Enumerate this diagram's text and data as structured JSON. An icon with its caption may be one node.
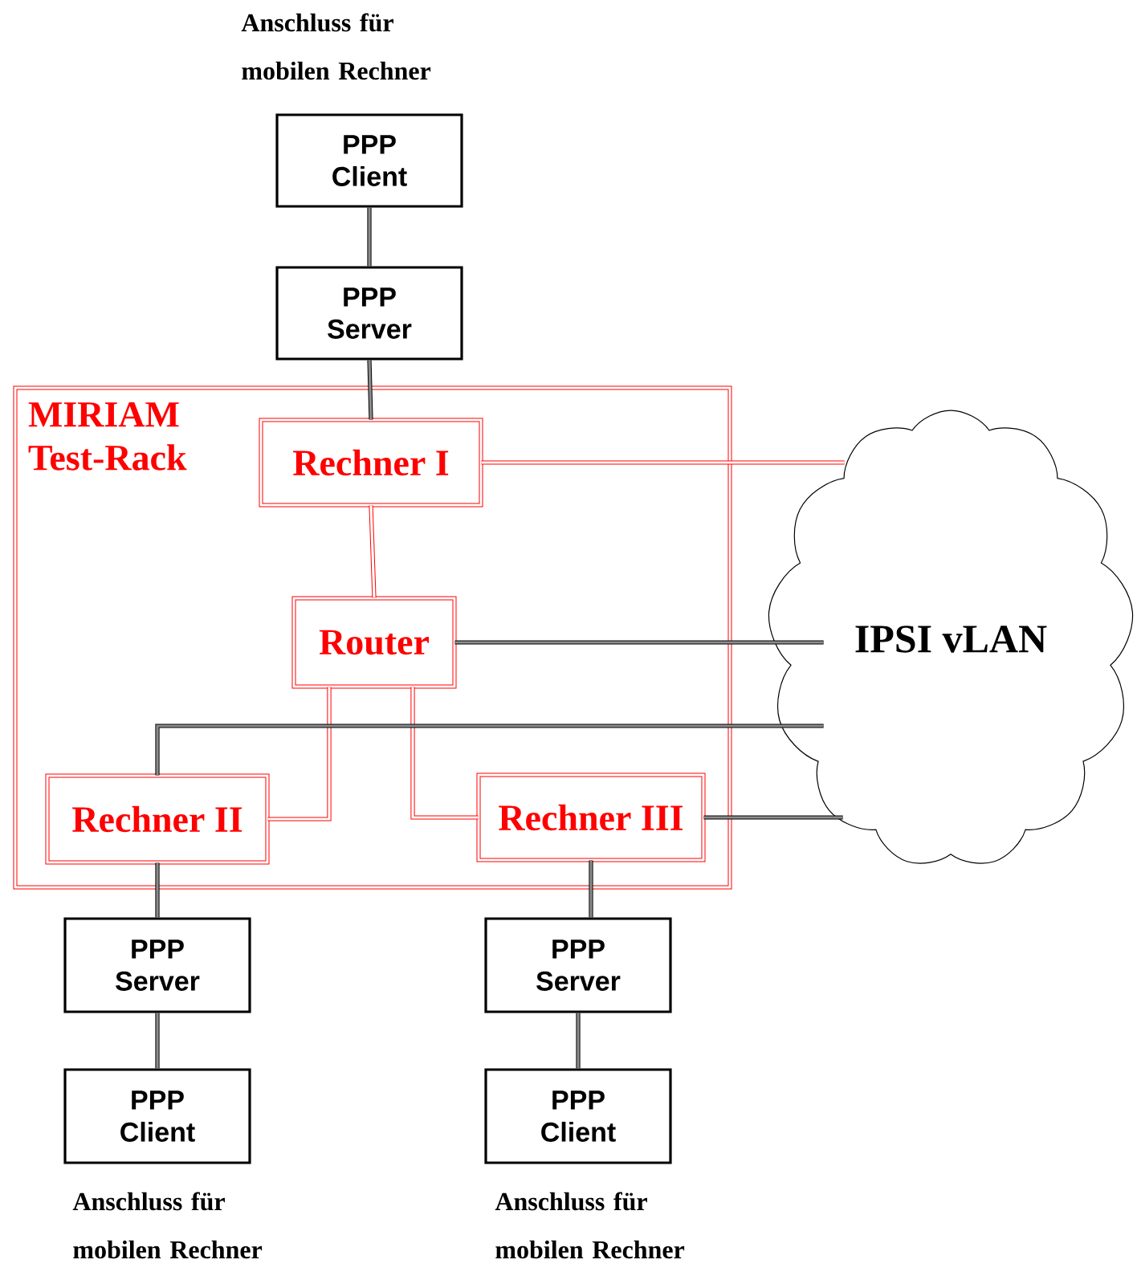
{
  "diagram": {
    "nodes": [
      {
        "text": [
          "PPP Client"
        ],
        "beside": [
          "Anschluss für mobilen Rechner"
        ]
      },
      {
        "text": [
          "PPP Server"
        ]
      },
      {
        "text": [
          "MIRIAM Test-Rack"
        ]
      },
      {
        "text": [
          "Rechner I"
        ],
        "in": 2
      },
      {
        "text": [
          "Router"
        ],
        "in": 2
      },
      {
        "text": [
          "Rechner II"
        ],
        "in": 2
      },
      {
        "text": [
          "Rechner III"
        ],
        "in": 2
      },
      {
        "text": [
          "IPSI vLAN"
        ]
      },
      {
        "text": [
          "PPP Server"
        ]
      },
      {
        "text": [
          "PPP Client"
        ],
        "beside": [
          "Anschluss für mobilen Rechner"
        ]
      },
      {
        "text": [
          "PPP Server"
        ]
      },
      {
        "text": [
          "PPP Client"
        ],
        "beside": [
          "Anschluss für mobilen Rechner"
        ]
      }
    ],
    "edges": [
      {
        "from": 0,
        "to": 1,
        "arrow": "none"
      },
      {
        "from": 1,
        "to": 3,
        "arrow": "none"
      },
      {
        "from": 3,
        "to": 7,
        "arrow": "none",
        "color": "#ff0000"
      },
      {
        "from": 3,
        "to": 4,
        "arrow": "none",
        "color": "#ff0000"
      },
      {
        "from": 4,
        "to": 7,
        "arrow": "none"
      },
      {
        "from": 4,
        "to": 5,
        "arrow": "none",
        "color": "#ff0000"
      },
      {
        "from": 4,
        "to": 6,
        "arrow": "none",
        "color": "#ff0000"
      },
      {
        "from": 5,
        "to": 7,
        "arrow": "none"
      },
      {
        "from": 6,
        "to": 7,
        "arrow": "none"
      },
      {
        "from": 5,
        "to": 8,
        "arrow": "none"
      },
      {
        "from": 6,
        "to": 10,
        "arrow": "none"
      },
      {
        "from": 8,
        "to": 9,
        "arrow": "none"
      },
      {
        "from": 10,
        "to": 11,
        "arrow": "none"
      }
    ]
  }
}
